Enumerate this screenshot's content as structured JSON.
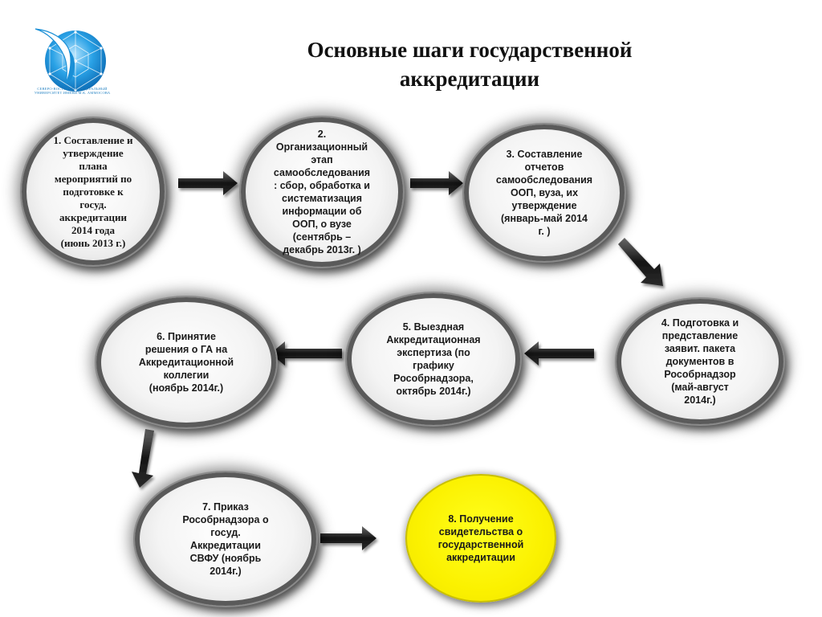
{
  "logo": {
    "text": "СЕВЕРО-ВОСТОЧНЫЙ ФЕДЕРАЛЬНЫЙ УНИВЕРСИТЕТ ИМЕНИ М.К. АММОСОВА",
    "colors": {
      "primary": "#1a8fd6",
      "light": "#8fd2f7"
    }
  },
  "title": {
    "line1": "Основные шаги государственной",
    "line2": "аккредитации"
  },
  "steps": [
    {
      "label": "1. Составление и\nутверждение\nплана\nмероприятий по\nподготовке к\nгосуд.\nаккредитации\n2014 года\n(июнь 2013 г.)"
    },
    {
      "label": "2.\nОрганизационный\nэтап\nсамообследования\n: сбор, обработка и\nсистематизация\nинформации об\nООП, о вузе\n(сентябрь –\nдекабрь  2013г. )"
    },
    {
      "label": "3. Составление\nотчетов\nсамообследования\nООП, вуза, их\nутверждение\n(январь-май 2014\nг. )"
    },
    {
      "label": "4. Подготовка и\nпредставление\nзаявит. пакета\nдокументов в\nРособрнадзор\n(май-август\n2014г.)"
    },
    {
      "label": "5. Выездная\nАккредитационная\nэкспертиза (по\nграфику\nРособрнадзора,\nоктябрь 2014г.)"
    },
    {
      "label": "6. Принятие\nрешения о ГА на\nАккредитационной\nколлегии\n(ноябрь 2014г.)"
    },
    {
      "label": "7. Приказ\nРособрнадзора о\nгосуд.\nАккредитации\nСВФУ (ноябрь\n2014г.)"
    },
    {
      "label": "8. Получение\nсвидетельства о\nгосударственной\nаккредитации"
    }
  ],
  "colors": {
    "node_fill": "#f2f2f2",
    "node_border": "#5a5a5a",
    "final_node": "#fbf100",
    "arrow": "#1b1b1b"
  }
}
